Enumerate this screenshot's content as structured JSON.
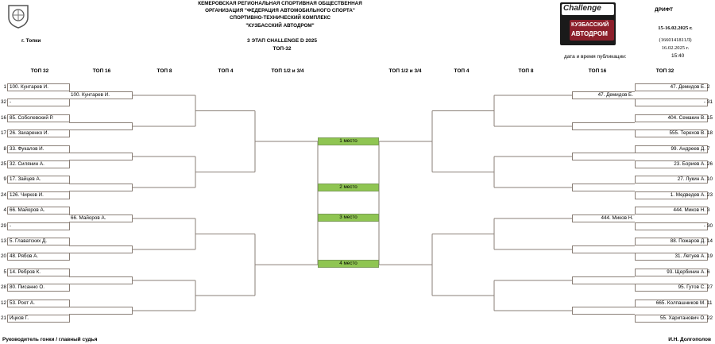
{
  "header": {
    "org_lines": [
      "КЕМЕРОВСКАЯ РЕГИОНАЛЬНАЯ СПОРТИВНАЯ ОБЩЕСТВЕННАЯ",
      "ОРГАНИЗАЦИЯ \"ФЕДЕРАЦИЯ АВТОМОБИЛЬНОГО СПОРТА\"",
      "СПОРТИВНО-ТЕХНИЧЕСКИЙ КОМПЛЕКС",
      "\"КУЗБАССКИЙ АВТОДРОМ\""
    ],
    "city": "г. Топки",
    "stage": "3 ЭТАП CHALLENGE D 2025",
    "bracket": "ТОП-32",
    "discipline": "ДРИФТ",
    "dates": "15-16.02.2025 г.",
    "code": "(1660141811Л)",
    "pub_date": "16.02.2025 г.",
    "pub_label": "дата и время публикации:",
    "pub_time": "15:40",
    "logo_top": "Challenge",
    "logo_line1": "КУЗБАССКИЙ",
    "logo_line2": "АВТОДРОМ"
  },
  "columns": {
    "left": [
      "ТОП 32",
      "ТОП 16",
      "ТОП 8",
      "ТОП 4",
      "ТОП 1/2 и 3/4"
    ],
    "right": [
      "ТОП 1/2 и 3/4",
      "ТОП 4",
      "ТОП 8",
      "ТОП 16",
      "ТОП 32"
    ]
  },
  "left_top32": [
    {
      "seed": "1",
      "name": "100. Кунтарев И."
    },
    {
      "seed": "32",
      "name": "-"
    },
    {
      "seed": "16",
      "name": "85. Соболевский Р."
    },
    {
      "seed": "17",
      "name": "26. Захаренко И."
    },
    {
      "seed": "8",
      "name": "33. Фукалов И."
    },
    {
      "seed": "25",
      "name": "32. Силянин А."
    },
    {
      "seed": "9",
      "name": "17. Зайцев А."
    },
    {
      "seed": "24",
      "name": "126. Чирков И."
    },
    {
      "seed": "4",
      "name": "66. Майоров А."
    },
    {
      "seed": "29",
      "name": "-"
    },
    {
      "seed": "13",
      "name": "5. Главатских Д."
    },
    {
      "seed": "20",
      "name": "48. Рябов А."
    },
    {
      "seed": "5",
      "name": "14. Ребров К."
    },
    {
      "seed": "28",
      "name": "80. Писанно О."
    },
    {
      "seed": "12",
      "name": "53. Роот А."
    },
    {
      "seed": "21",
      "name": "Ицков Г."
    }
  ],
  "right_top32": [
    {
      "seed": "2",
      "name": "47. Демидов Е."
    },
    {
      "seed": "31",
      "name": "-"
    },
    {
      "seed": "15",
      "name": "404. Семакин В."
    },
    {
      "seed": "18",
      "name": "555. Терехов В."
    },
    {
      "seed": "7",
      "name": "99. Андреев Д."
    },
    {
      "seed": "26",
      "name": "23. Бориев А."
    },
    {
      "seed": "10",
      "name": "27. Лукин А."
    },
    {
      "seed": "23",
      "name": "1. Медведев А."
    },
    {
      "seed": "3",
      "name": "444. Миков Н."
    },
    {
      "seed": "30",
      "name": "-"
    },
    {
      "seed": "14",
      "name": "88. Пожаров Д."
    },
    {
      "seed": "19",
      "name": "31. Летуев А."
    },
    {
      "seed": "6",
      "name": "93. Щербинин А."
    },
    {
      "seed": "27",
      "name": "95. Гутов С."
    },
    {
      "seed": "11",
      "name": "665. Колпашников М."
    },
    {
      "seed": "22",
      "name": "55. Хаританович О."
    }
  ],
  "left_top16": [
    "100. Кунтарев И.",
    "",
    "",
    "",
    "66. Майоров А.",
    "",
    "",
    ""
  ],
  "right_top16": [
    "47. Демидов Е.",
    "",
    "",
    "",
    "444. Миков Н.",
    "",
    "",
    ""
  ],
  "places": [
    "1 место",
    "2 место",
    "3 место",
    "4 место"
  ],
  "footer": {
    "role": "Руководитель гонки / главный судья",
    "name": "И.Н. Долгополов"
  },
  "colors": {
    "place_green": "#8fc552",
    "line": "#8a7f77"
  }
}
